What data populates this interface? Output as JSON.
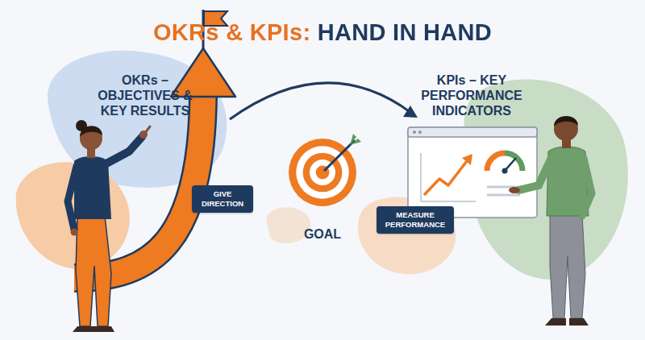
{
  "diagram": {
    "title": "OKRs & KPIs: HAND IN HAND",
    "nodes": [
      {
        "text": [
          "GIVE DIRECTION"
        ]
      },
      {
        "text": [
          "GOAL"
        ]
      },
      {
        "text": [
          "MEASURE PERFORMANCE"
        ]
      }
    ],
    "labels": [
      "OKRs – OBJECTIVES & KEY RESULTS",
      "KPIs – KEY PERFORMANCE INDICATORS"
    ]
  }
}
